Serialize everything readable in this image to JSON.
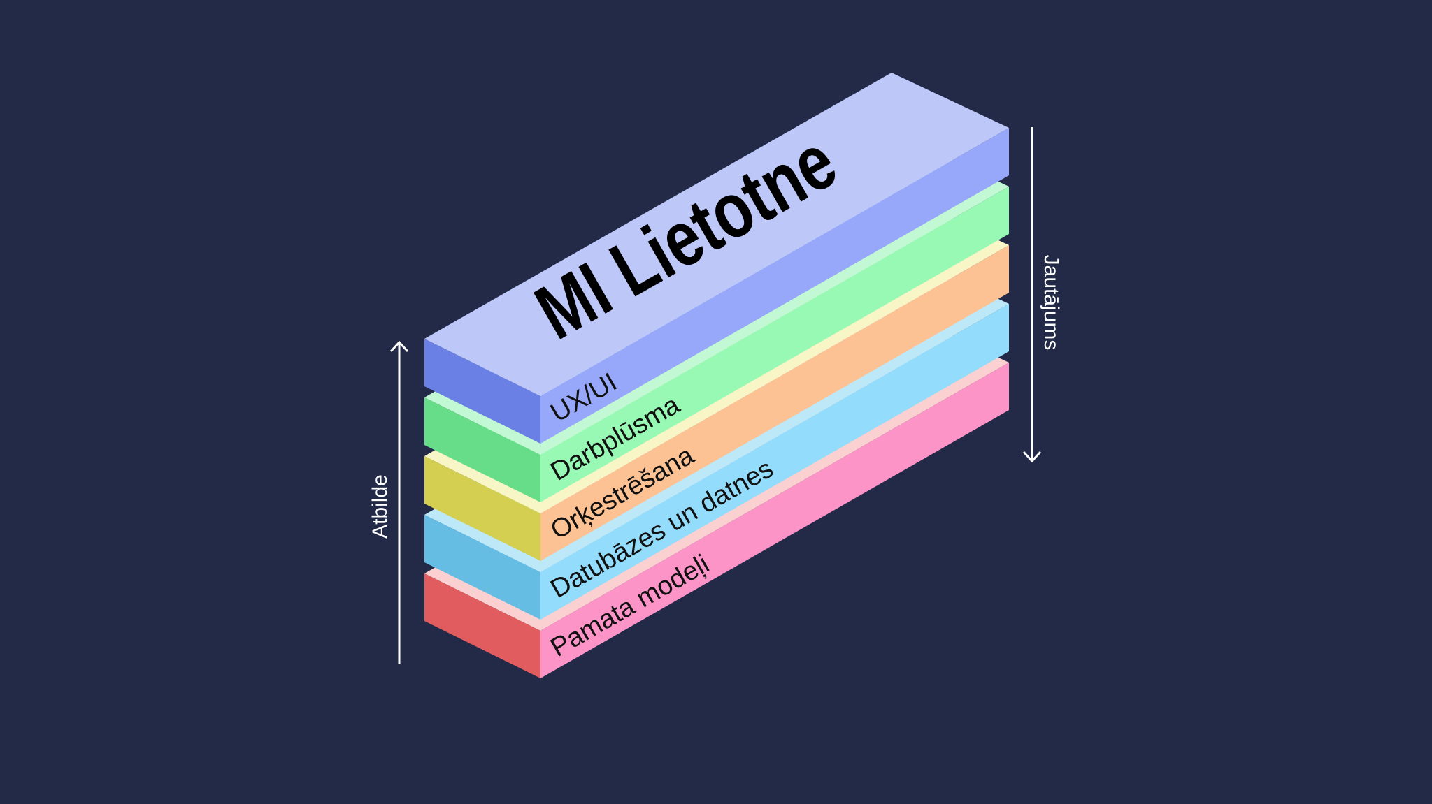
{
  "title": "MI Lietotne",
  "layers": [
    {
      "label": "UX/UI",
      "colors": {
        "top": "#bdc8f8",
        "left": "#6b80e4",
        "right": "#97a8fb"
      }
    },
    {
      "label": "Darbplūsma",
      "colors": {
        "top": "#c3f8d5",
        "left": "#67dd8a",
        "right": "#98f9b4"
      }
    },
    {
      "label": "Orķestrēšana",
      "colors": {
        "top": "#f8f5c6",
        "left": "#d4cf50",
        "right": "#fdc294"
      }
    },
    {
      "label": "Datubāzes un datnes",
      "colors": {
        "top": "#bde8f8",
        "left": "#65bde4",
        "right": "#93dcfb"
      }
    },
    {
      "label": "Pamata modeļi",
      "colors": {
        "top": "#fbd0d0",
        "left": "#e05c5e",
        "right": "#fd94c8"
      }
    }
  ],
  "arrows": {
    "response": "Atbilde",
    "query": "Jautājums"
  },
  "colors": {
    "background": "#222a48",
    "arrow": "#ffffff"
  }
}
